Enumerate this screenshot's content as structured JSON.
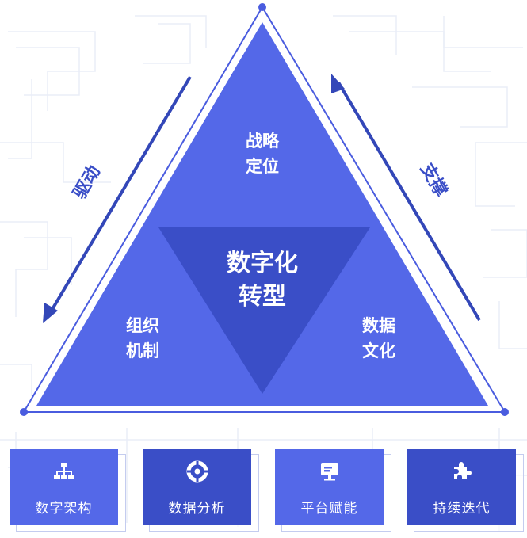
{
  "diagram": {
    "top_node": "战略\n定位",
    "center_node": "数字化\n转型",
    "left_node": "组织\n机制",
    "right_node": "数据\n文化",
    "left_arrow_label": "驱动",
    "right_arrow_label": "支撑"
  },
  "cards": [
    {
      "label": "数字架构",
      "icon": "org-chart-icon",
      "color": "#5468e8"
    },
    {
      "label": "数据分析",
      "icon": "target-icon",
      "color": "#3a4ec7"
    },
    {
      "label": "平台赋能",
      "icon": "monitor-icon",
      "color": "#5468e8"
    },
    {
      "label": "持续迭代",
      "icon": "puzzle-icon",
      "color": "#3a4ec7"
    }
  ],
  "colors": {
    "triangle": "#5468e8",
    "center_triangle": "#3a4ec7",
    "outline": "#4a5cdf",
    "arrow": "#3347b8",
    "label_text": "#3a4ec7",
    "background_pattern": "#e9ecf7"
  }
}
